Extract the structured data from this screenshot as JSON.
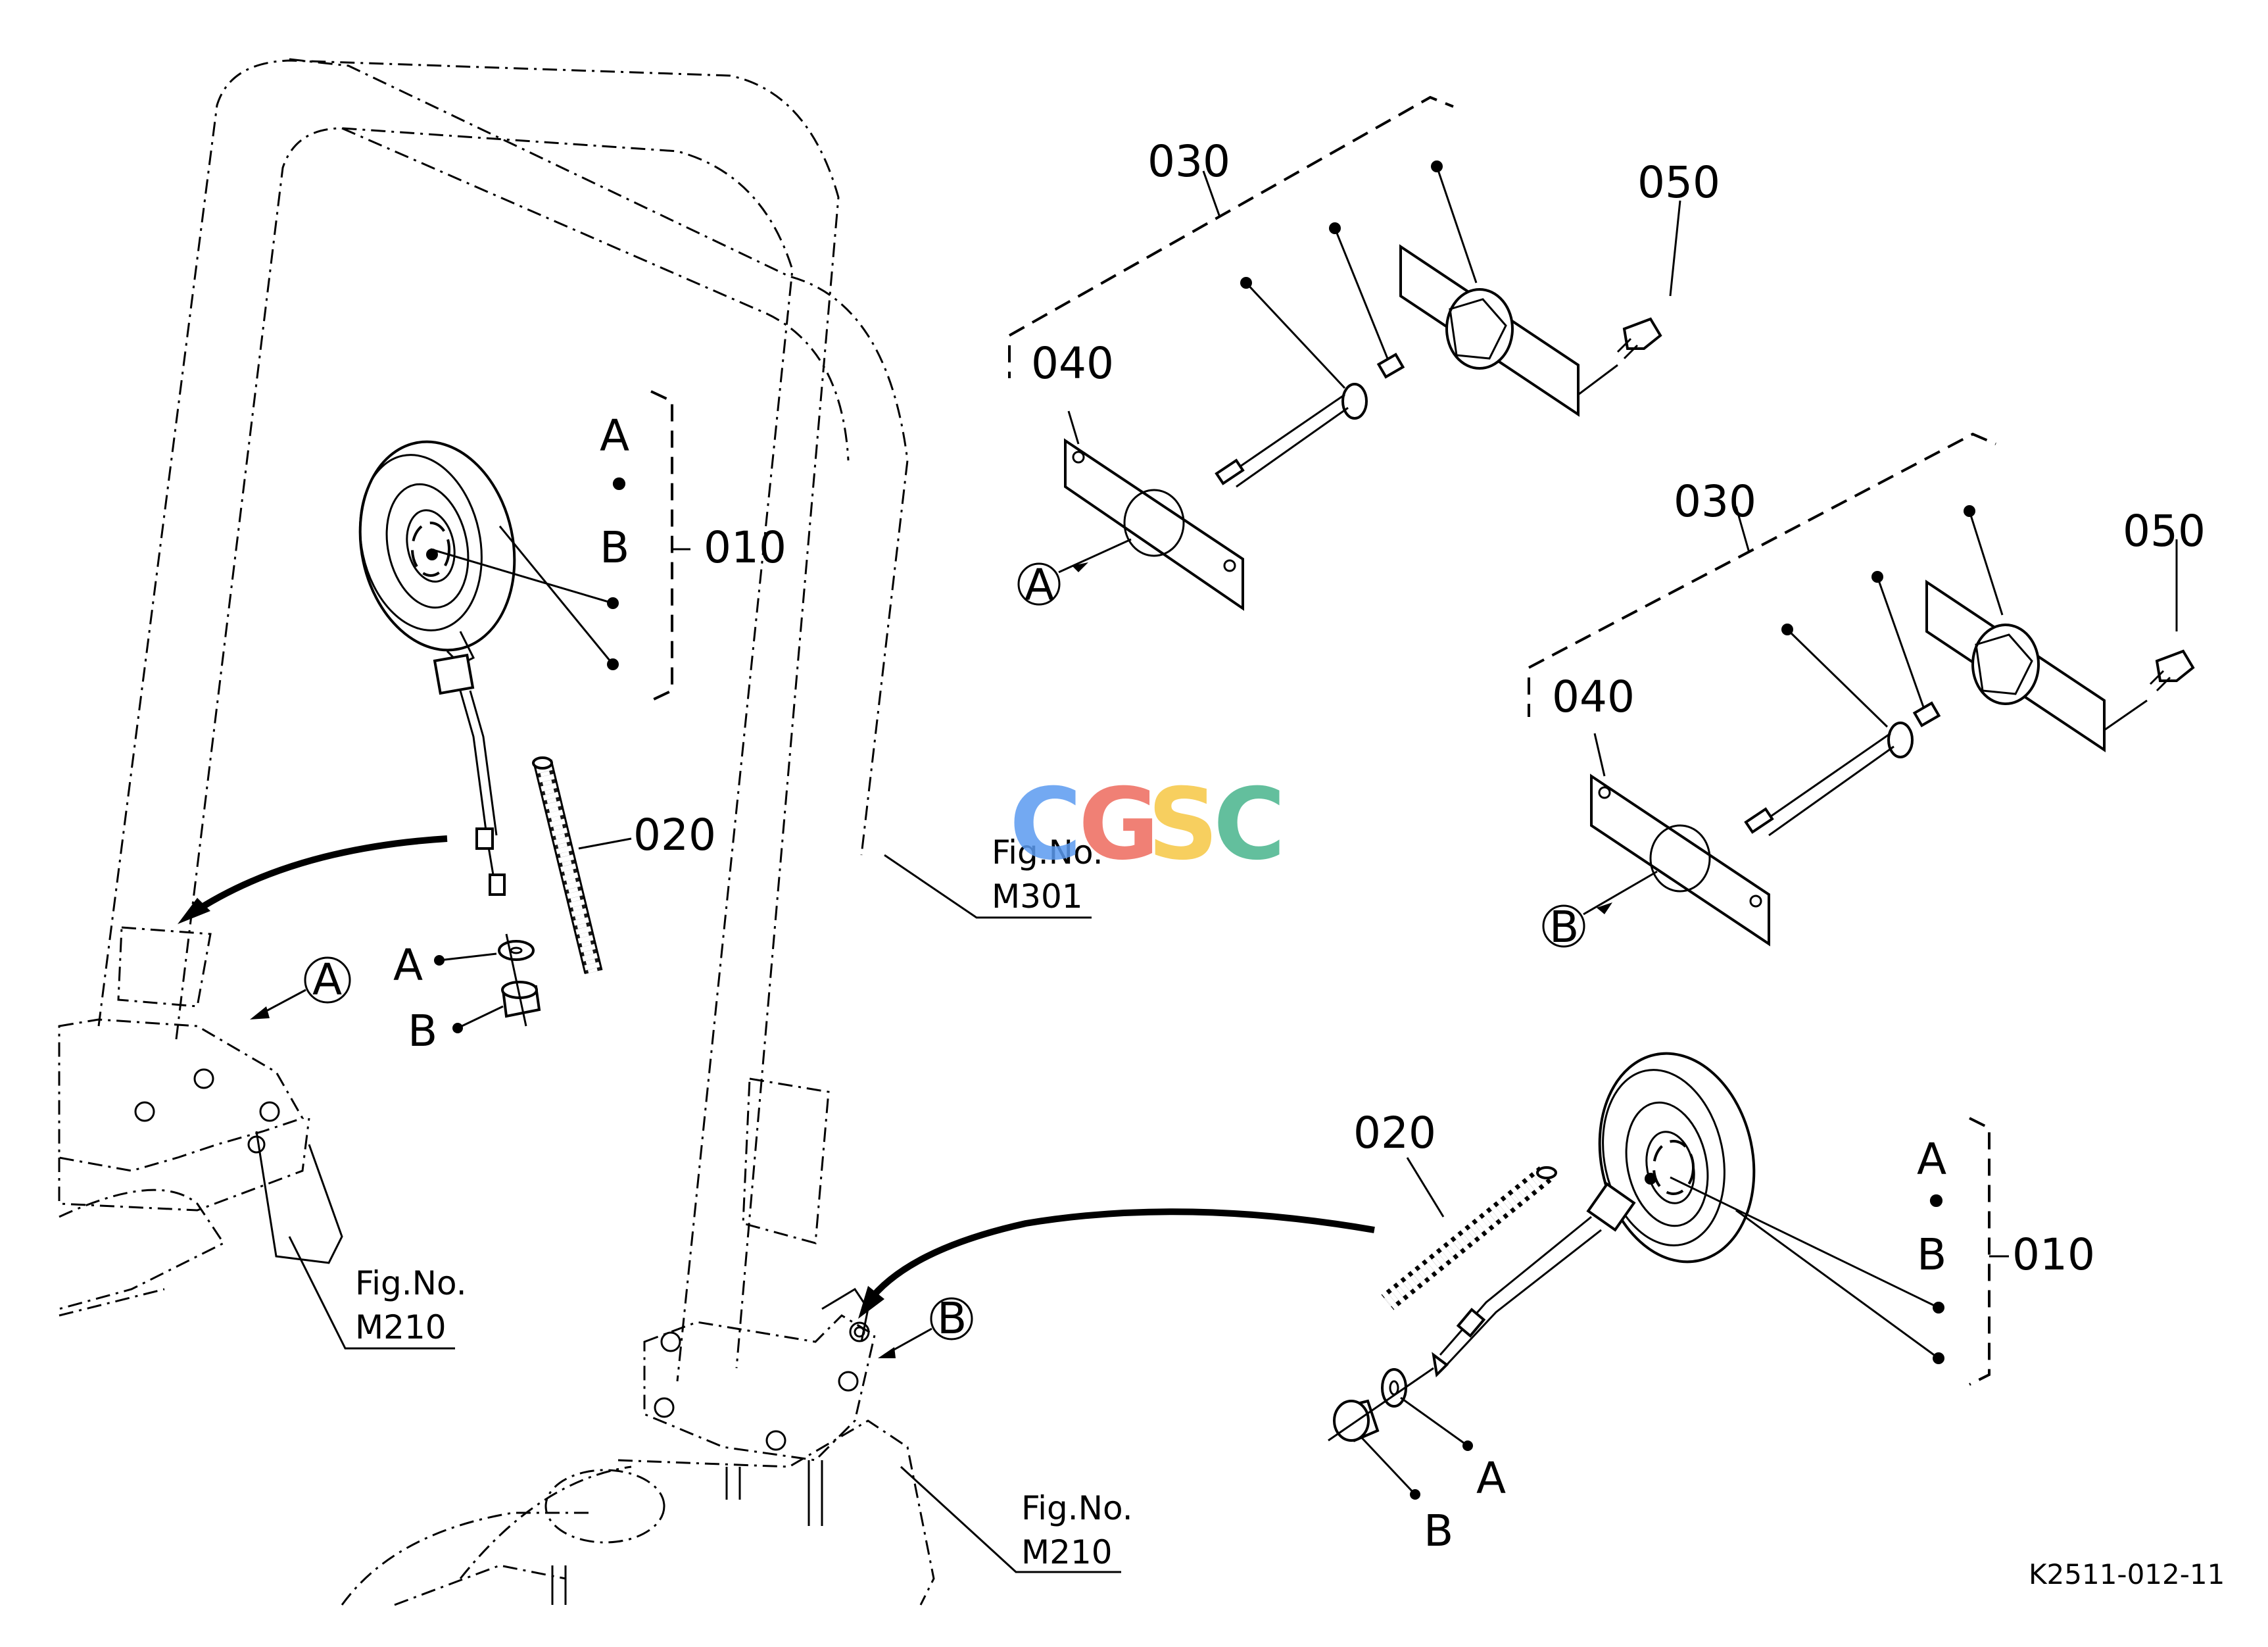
{
  "figure_code": "K2511-012-11",
  "watermark": {
    "letters": [
      "C",
      "G",
      "S",
      "C"
    ],
    "colors": [
      "#5b9bf0",
      "#ee6a5d",
      "#f6c744",
      "#48b48c"
    ]
  },
  "refs": {
    "fig_m301": {
      "prefix": "Fig.No.",
      "code": "M301"
    },
    "fig_m210_left": {
      "prefix": "Fig.No.",
      "code": "M210"
    },
    "fig_m210_bottom": {
      "prefix": "Fig.No.",
      "code": "M210"
    }
  },
  "parts": {
    "p010": "010",
    "p020": "020",
    "p030": "030",
    "p040": "040",
    "p050": "050"
  },
  "markers": {
    "a": "A",
    "b": "B",
    "dot": "•"
  },
  "colors": {
    "line": "#000000",
    "background": "#ffffff"
  }
}
